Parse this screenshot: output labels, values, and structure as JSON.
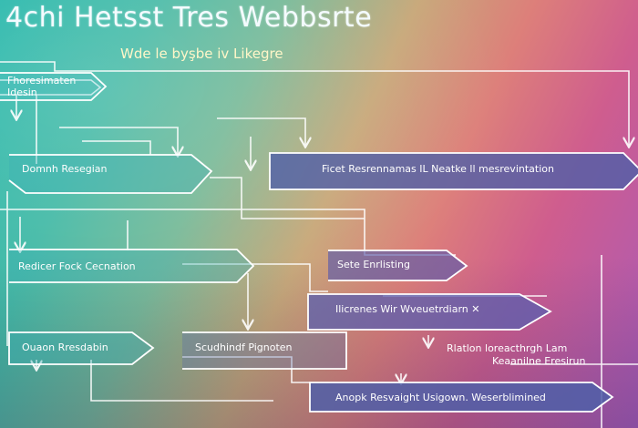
{
  "title": "4chi Hetsst Tres Webbsrte",
  "subtitle": "Wde le byşbe iv Likegre",
  "nodes": {
    "top_left": "Fhoresimaten Idesin",
    "domain": "Domnh Resegian",
    "research_center": "Ficet Resrennamas    IL      Neatke ll mesrevintation",
    "redirect": "Redicer Fock Cecnation",
    "site": "Sete Enrlisting",
    "middle_right": "Ilicrenes Wir Wveuetrdiarn ✕",
    "query": "Ouaon   Rresdabin",
    "search": "Scudhindf Pignoten",
    "right_lower_1": "Rlatlon loreacthrgh Lam",
    "right_lower_2": "Keaanilne Eresirun",
    "bottom": "Anopk  Resvaight  Usigown.   Weserblimined"
  },
  "colors": {
    "bg_start": "#1fb5a8",
    "bg_mid": "#c7a778",
    "bg_end": "#a95ab8",
    "line": "#ffffff",
    "arrow_fill_light": "#2aa8b7",
    "arrow_fill_dark": "#4f5fa8"
  }
}
